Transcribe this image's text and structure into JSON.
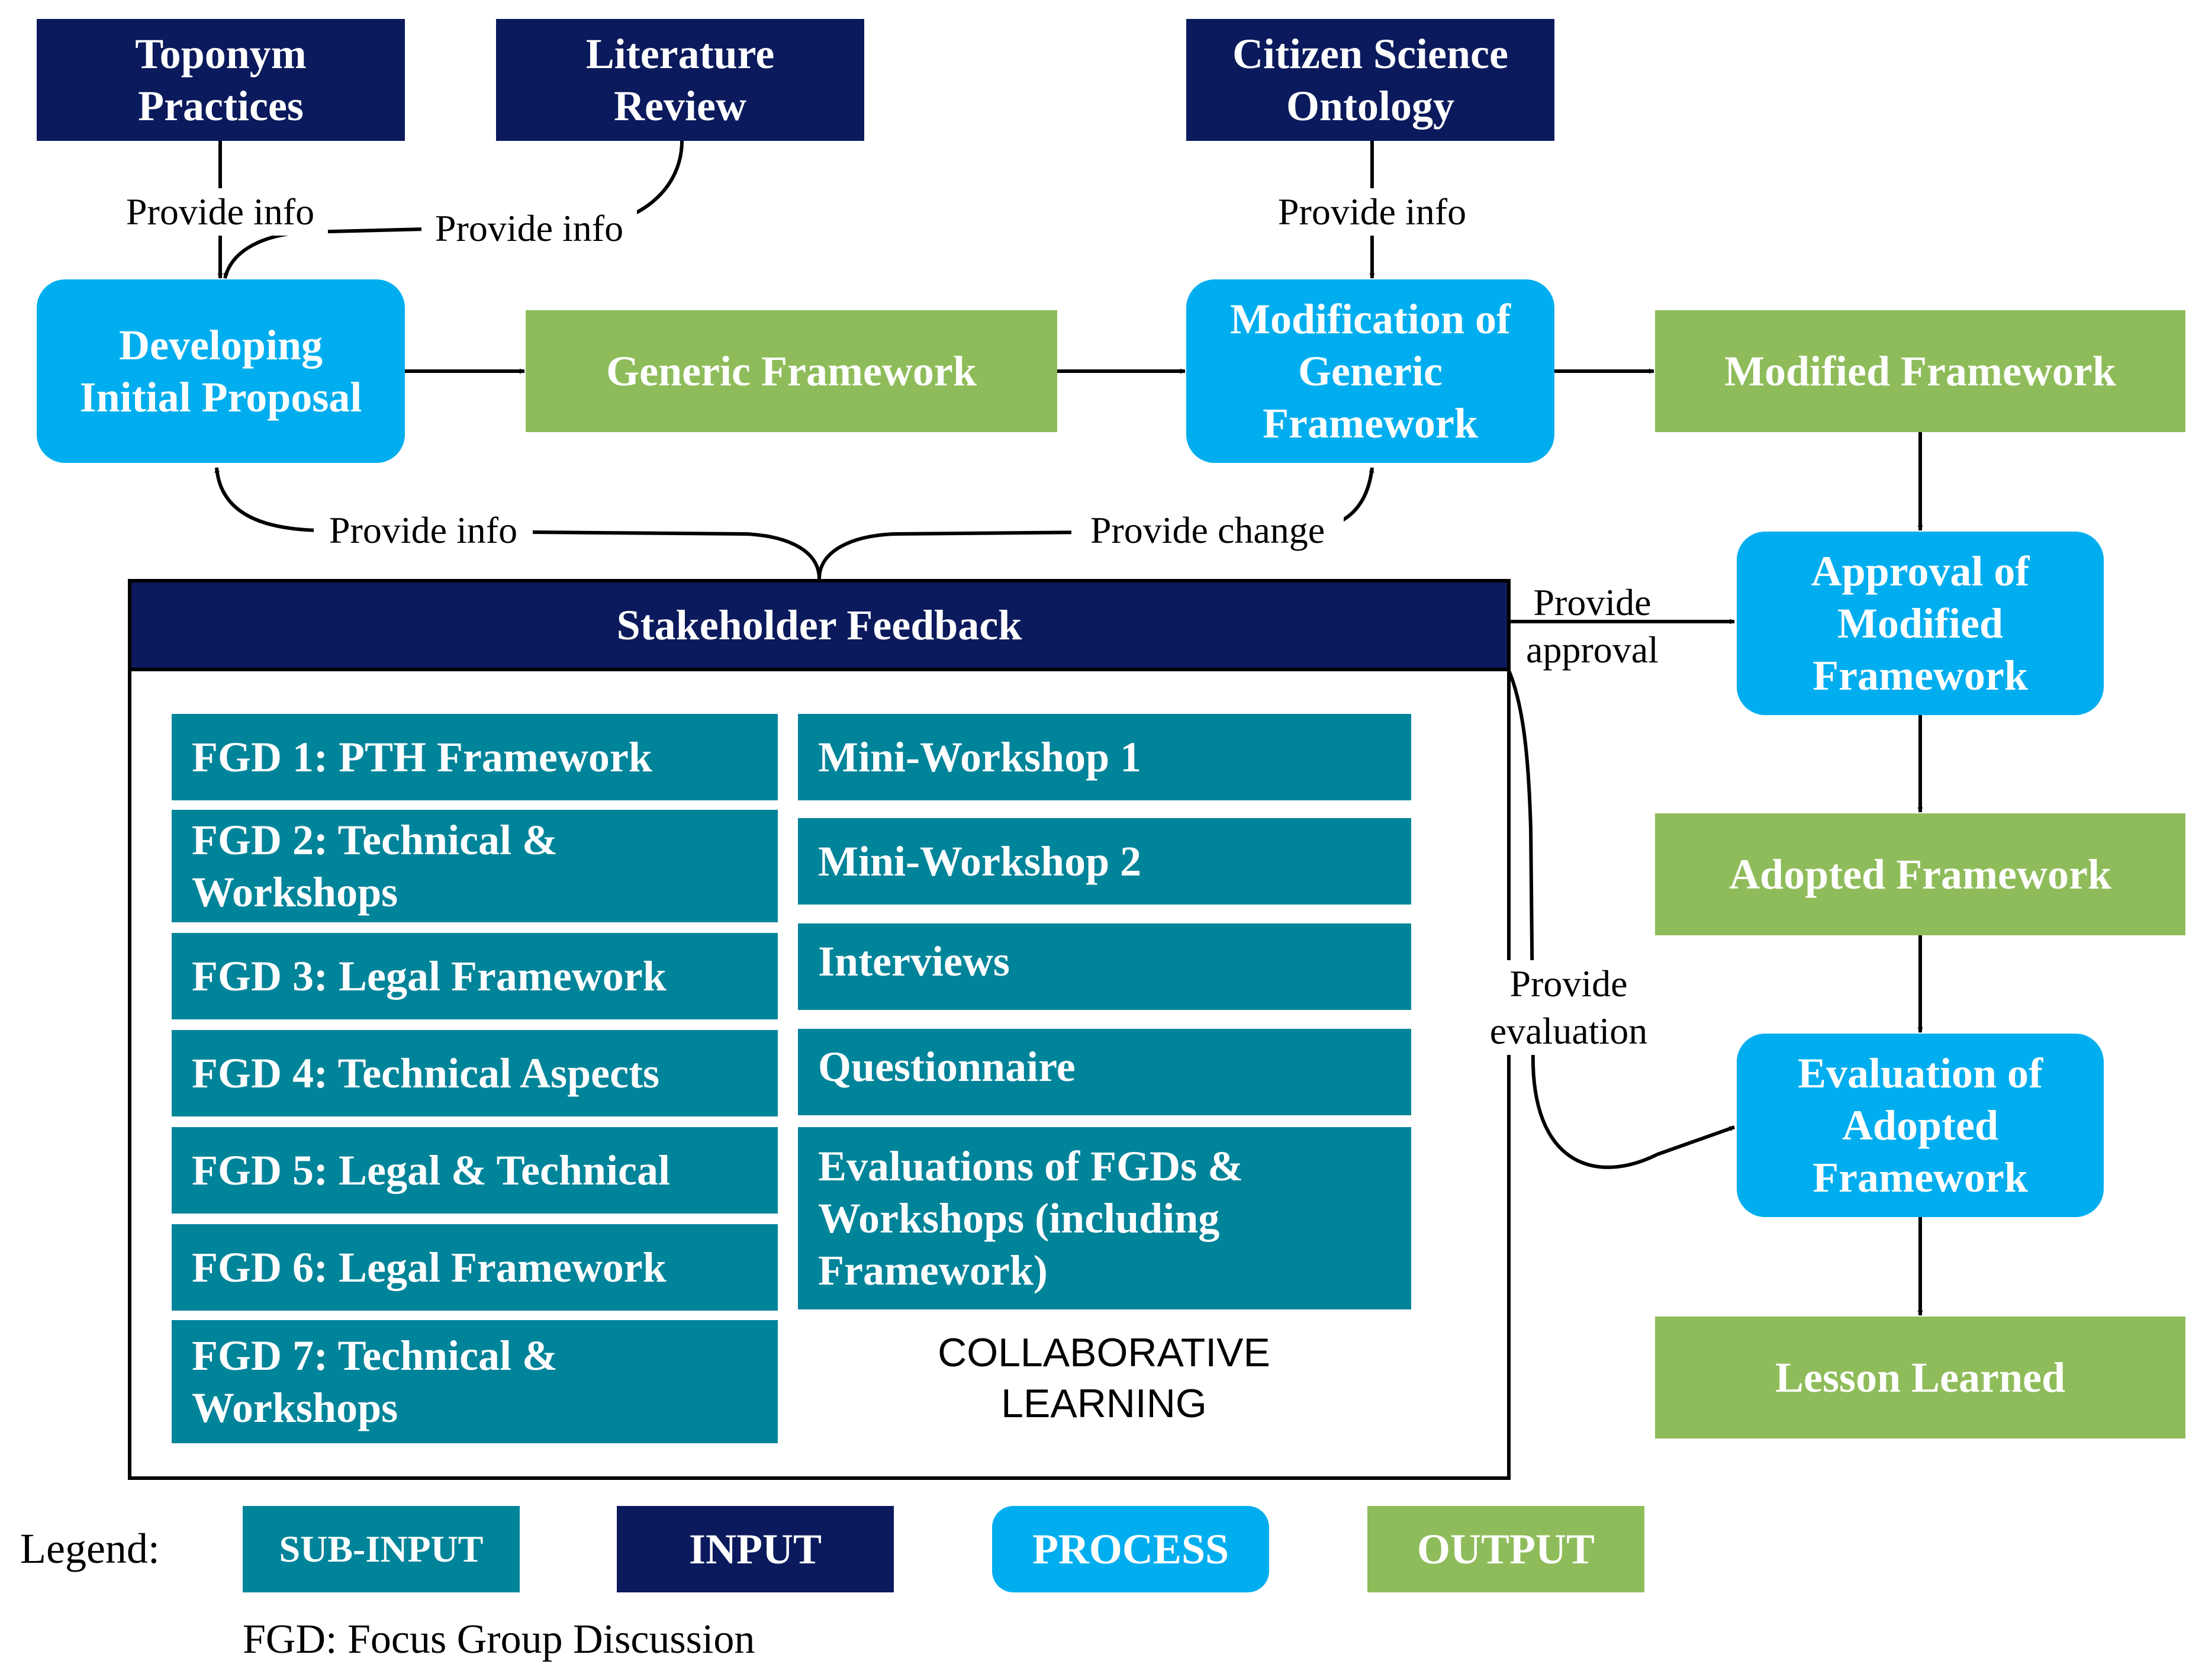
{
  "inputs": {
    "toponym": [
      "Toponym",
      "Practices"
    ],
    "literature": [
      "Literature",
      "Review"
    ],
    "citizen": [
      "Citizen Science",
      "Ontology"
    ]
  },
  "processes": {
    "developing": [
      "Developing",
      "Initial Proposal"
    ],
    "modification": [
      "Modification of",
      "Generic",
      "Framework"
    ],
    "approval": [
      "Approval of",
      "Modified",
      "Framework"
    ],
    "evaluation": [
      "Evaluation of",
      "Adopted",
      "Framework"
    ]
  },
  "outputs": {
    "generic": "Generic Framework",
    "modified": "Modified Framework",
    "adopted": "Adopted Framework",
    "lesson": "Lesson Learned"
  },
  "edge_labels": {
    "provide_info_toponym": "Provide info",
    "provide_info_literature": "Provide info",
    "provide_info_citizen": "Provide info",
    "provide_info_feedback": "Provide info",
    "provide_change": "Provide change",
    "provide_approval": [
      "Provide",
      "approval"
    ],
    "provide_evaluation": [
      "Provide",
      "evaluation"
    ]
  },
  "stakeholder": {
    "title": "Stakeholder Feedback",
    "fgds": [
      [
        "FGD 1: PTH Framework"
      ],
      [
        "FGD 2: Technical &",
        "Workshops"
      ],
      [
        "FGD 3: Legal Framework"
      ],
      [
        "FGD 4: Technical Aspects"
      ],
      [
        "FGD 5: Legal & Technical"
      ],
      [
        "FGD 6: Legal Framework"
      ],
      [
        "FGD 7: Technical &",
        "Workshops"
      ]
    ],
    "activities": [
      [
        "Mini-Workshop 1"
      ],
      [
        "Mini-Workshop 2"
      ],
      [
        "Interviews"
      ],
      [
        "Questionnaire"
      ],
      [
        "Evaluations of FGDs &",
        "Workshops (including",
        "Framework)"
      ]
    ],
    "collaborative": [
      "COLLABORATIVE",
      "LEARNING"
    ]
  },
  "legend": {
    "title": "Legend:",
    "sub_input": "SUB-INPUT",
    "input": "INPUT",
    "process": "PROCESS",
    "output": "OUTPUT",
    "note": "FGD: Focus Group Discussion"
  },
  "colors": {
    "input": "#0b1a5c",
    "process": "#00aeef",
    "output": "#8fbc5a",
    "sub_input": "#00849a"
  }
}
